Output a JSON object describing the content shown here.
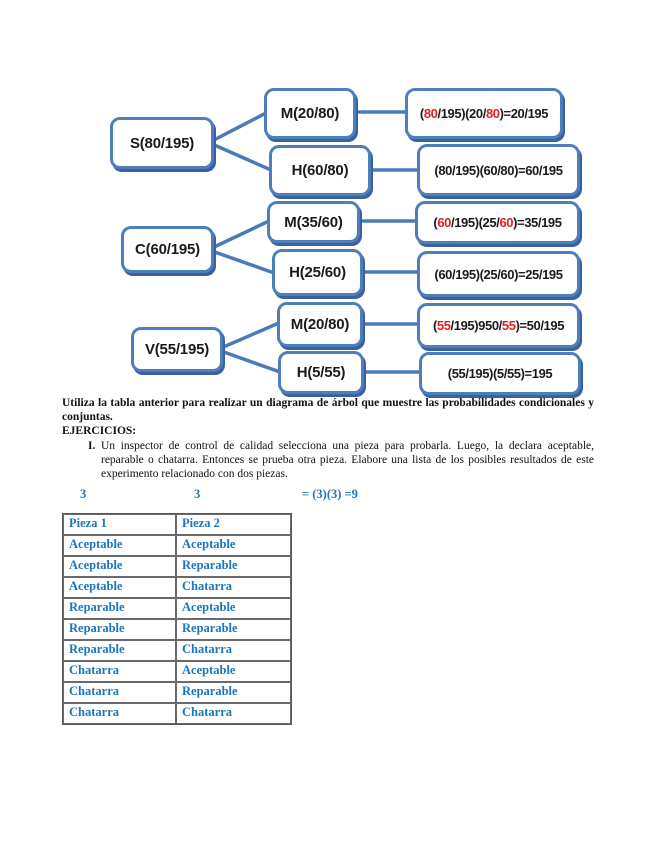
{
  "tree": {
    "accent_color": "#4e7fbc",
    "shadow_color": "#38619e",
    "highlight_color": "#e11d23",
    "roots": [
      {
        "label": "S(80/195)"
      },
      {
        "label": "C(60/195)"
      },
      {
        "label": "V(55/195)"
      }
    ],
    "children": [
      {
        "label": "M(20/80)"
      },
      {
        "label": "H(60/80)"
      },
      {
        "label": "M(35/60)"
      },
      {
        "label": "H(25/60)"
      },
      {
        "label": "M(20/80)"
      },
      {
        "label": "H(5/55)"
      }
    ],
    "results": [
      {
        "parts": [
          "(",
          "80",
          "/195)(20/",
          "80",
          ")=20/195"
        ]
      },
      {
        "text": "(80/195)(60/80)=60/195"
      },
      {
        "parts": [
          "(",
          "60",
          "/195)(25/",
          "60",
          ")=35/195"
        ]
      },
      {
        "text": "(60/195)(25/60)=25/195"
      },
      {
        "parts": [
          "(",
          "55",
          "/195)950/",
          "55",
          ")=50/195"
        ]
      },
      {
        "text": "(55/195)(5/55)=195"
      }
    ]
  },
  "body": {
    "intro": {
      "line1": "Utiliza la tabla anterior para realizar un diagrama de árbol que muestre las probabilidades condicionales y",
      "line2": "conjuntas."
    },
    "ejercicios_heading": "EJERCICIOS:",
    "exercise": {
      "marker": "I.",
      "line1": "Un inspector de control de calidad selecciona una pieza para probarla. Luego, la declara aceptable,",
      "line2": "reparable o chatarra. Entonces se prueba otra pieza. Elabore una lista de los posibles resultados de este",
      "line3": "experimento relacionado con dos piezas."
    },
    "counts": {
      "count1": "3",
      "count2": "3",
      "formula": "= (3)(3) =9"
    }
  },
  "table": {
    "text_color": "#1b76bc",
    "headers": [
      "Pieza 1",
      "Pieza 2"
    ],
    "rows": [
      [
        "Aceptable",
        "Aceptable"
      ],
      [
        "Aceptable",
        "Reparable"
      ],
      [
        "Aceptable",
        "Chatarra"
      ],
      [
        "Reparable",
        "Aceptable"
      ],
      [
        "Reparable",
        "Reparable"
      ],
      [
        "Reparable",
        "Chatarra"
      ],
      [
        "Chatarra",
        "Aceptable"
      ],
      [
        "Chatarra",
        "Reparable"
      ],
      [
        "Chatarra",
        "Chatarra"
      ]
    ]
  }
}
